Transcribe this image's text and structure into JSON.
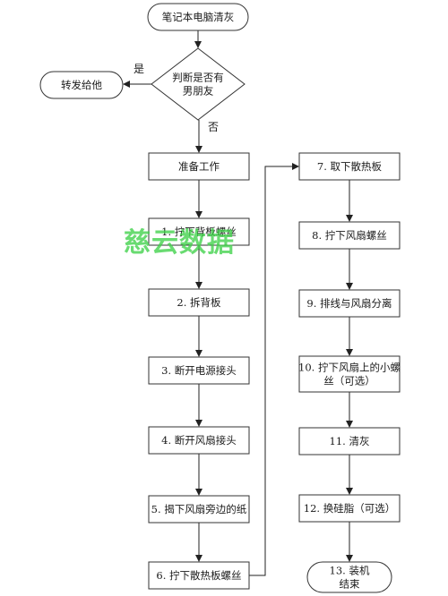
{
  "flowchart": {
    "start": "笔记本电脑清灰",
    "decision": [
      "判断是否有",
      "男朋友"
    ],
    "yes_label": "是",
    "no_label": "否",
    "yes_action": "转发给他",
    "left_steps": [
      "准备工作",
      "1. 拧下背板螺丝",
      "2. 拆背板",
      "3. 断开电源接头",
      "4. 断开风扇接头",
      "5. 揭下风扇旁边的纸",
      "6. 拧下散热板螺丝"
    ],
    "right_steps": [
      [
        "7. 取下散热板"
      ],
      [
        "8. 拧下风扇螺丝"
      ],
      [
        "9. 排线与风扇分离"
      ],
      [
        "10. 拧下风扇上的小螺",
        "丝（可选）"
      ],
      [
        "11. 清灰"
      ],
      [
        "12. 换硅脂（可选）"
      ]
    ],
    "end": [
      "13. 装机",
      "结束"
    ]
  },
  "watermark": "慈云数据"
}
